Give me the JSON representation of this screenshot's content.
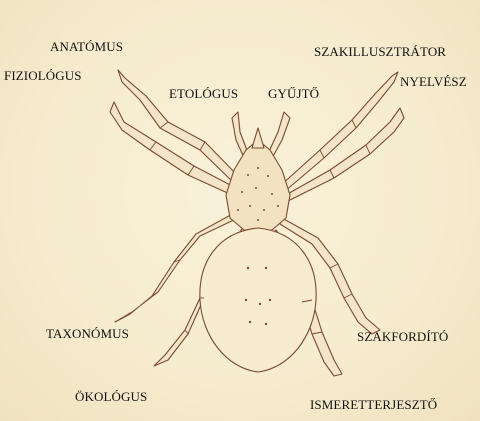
{
  "labels": {
    "anatomus": "ANATÓMUS",
    "fiziologus": "FIZIOLÓGUS",
    "etologus": "ETOLÓGUS",
    "gyujto": "GYŰJTŐ",
    "szakillusztrator": "SZAKILLUSZTRÁTOR",
    "nyelvesz": "NYELVÉSZ",
    "taxonomus": "TAXONÓMUS",
    "okologus": "ÖKOLÓGUS",
    "szakfordito": "SZAKFORDÍTÓ",
    "ismeretterjeszto": "ISMERETTERJESZTŐ"
  },
  "colors": {
    "paper": "#f7edd2",
    "ink": "#7a4a30",
    "body_fill": "#f3e4c6",
    "text": "#111111"
  }
}
